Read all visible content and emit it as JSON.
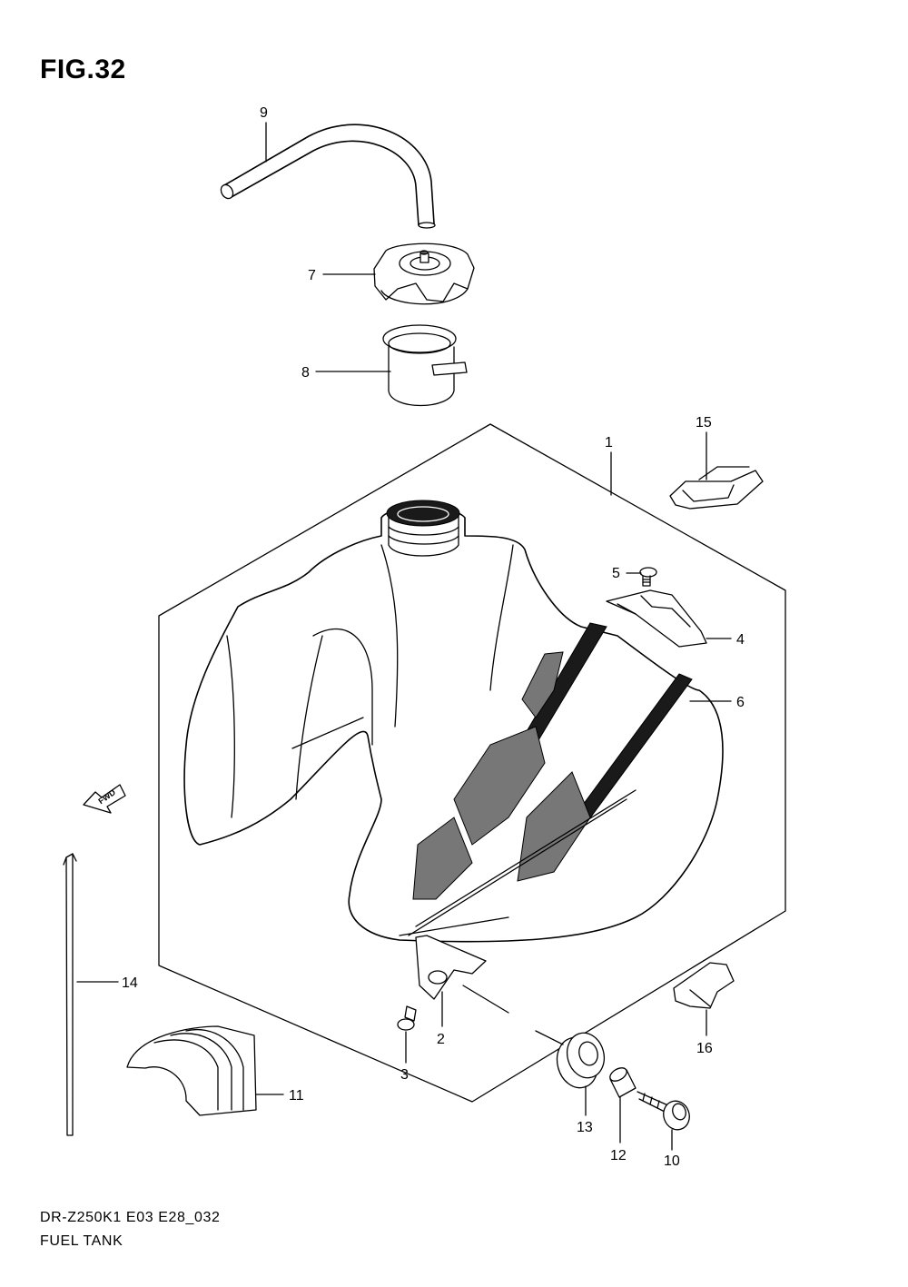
{
  "figure": {
    "title": "FIG.32",
    "model_code": "DR-Z250K1 E03 E28_032",
    "name": "FUEL TANK"
  },
  "fwd_label": "FWD",
  "callouts": [
    {
      "id": "1",
      "part": "fuel-tank"
    },
    {
      "id": "2",
      "part": "bracket"
    },
    {
      "id": "3",
      "part": "bolt"
    },
    {
      "id": "4",
      "part": "bracket"
    },
    {
      "id": "5",
      "part": "screw"
    },
    {
      "id": "6",
      "part": "emblem"
    },
    {
      "id": "7",
      "part": "fuel-cap"
    },
    {
      "id": "8",
      "part": "filler-neck-filter"
    },
    {
      "id": "9",
      "part": "breather-hose"
    },
    {
      "id": "10",
      "part": "bolt"
    },
    {
      "id": "11",
      "part": "cushion"
    },
    {
      "id": "12",
      "part": "spacer"
    },
    {
      "id": "13",
      "part": "cushion"
    },
    {
      "id": "14",
      "part": "band"
    },
    {
      "id": "15",
      "part": "clamp"
    },
    {
      "id": "16",
      "part": "cushion"
    }
  ]
}
